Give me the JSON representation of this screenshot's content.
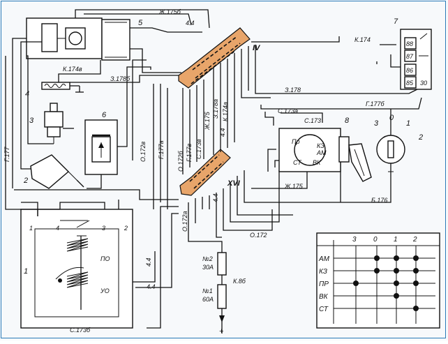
{
  "components": {
    "num_1": "1",
    "num_2": "2",
    "num_3": "3",
    "num_4": "4",
    "num_5": "5",
    "num_6": "6",
    "num_7": "7",
    "num_8": "8"
  },
  "connectors": {
    "upper": "IV",
    "lower": "XVI"
  },
  "wires": {
    "zh175b": "Ж.175б",
    "w44_top": "4.4",
    "k174": "К.174",
    "k174v": "К.174в",
    "z178b": "З.178б",
    "z178": "З.178",
    "g177b": "Г.177б",
    "s173a": "С.173а",
    "s173": "С.173",
    "g177": "Г.177",
    "o172v": "О.172в",
    "g177a": "Г.177а",
    "zh175v": "Ж.175",
    "z178a": "З.178а",
    "k174a": "К.174а",
    "w44_mid": "4.4",
    "o172b": "О.172б",
    "g177v": "Г.177в",
    "s173v": "С.173в",
    "w44_low": "4.4",
    "o172a": "О.172а",
    "zh175": "Ж.175",
    "b176": "Б.176",
    "o172": "О.172",
    "w44_right": "4.4",
    "w44_right2": "4.4",
    "k8b": "К.8б",
    "s173b": "С.173б"
  },
  "relay7": {
    "t88": "88",
    "t87": "87",
    "t86": "86",
    "t85": "85",
    "t30": "30"
  },
  "switch8": {
    "pr": "Пр",
    "am": "АМ",
    "kz": "КЗ",
    "st": "СТ",
    "vk": "ВК"
  },
  "starter": {
    "t1": "1",
    "t2": "2",
    "t3": "3",
    "t4": "4",
    "po": "ПО",
    "uo": "УО"
  },
  "fuses": {
    "f2_no": "№2",
    "f2_amp": "30А",
    "f1_no": "№1",
    "f1_amp": "60А",
    "plus": "+"
  },
  "key_positions": {
    "p3": "3",
    "p0": "0",
    "p1": "1",
    "p2": "2"
  },
  "table": {
    "columns": [
      "3",
      "0",
      "1",
      "2"
    ],
    "rows": [
      "АМ",
      "КЗ",
      "ПР",
      "ВК",
      "СТ"
    ],
    "dots": [
      [
        false,
        true,
        true,
        true
      ],
      [
        false,
        true,
        true,
        true
      ],
      [
        true,
        false,
        true,
        true
      ],
      [
        false,
        false,
        true,
        false
      ],
      [
        false,
        false,
        false,
        true
      ]
    ]
  }
}
